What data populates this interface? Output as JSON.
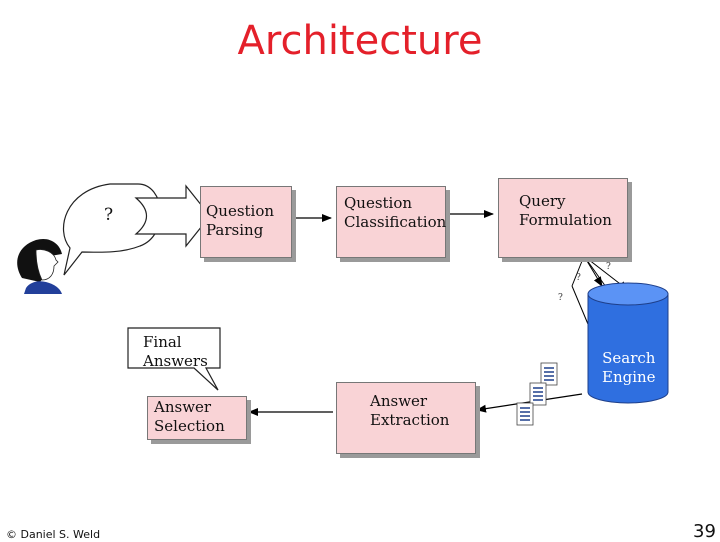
{
  "title": "Architecture",
  "user_bubble": {
    "text": "?"
  },
  "boxes": {
    "question_parsing": "Question\nParsing",
    "question_classification": "Question\nClassification",
    "query_formulation": "Query\nFormulation",
    "answer_extraction": "Answer\nExtraction",
    "answer_selection": "Answer\nSelection"
  },
  "final_answers": "Final\nAnswers",
  "search_engine": "Search\nEngine",
  "query_marks": [
    "?",
    "?",
    "?"
  ],
  "footer": {
    "author": "© Daniel S. Weld",
    "page": "39"
  }
}
